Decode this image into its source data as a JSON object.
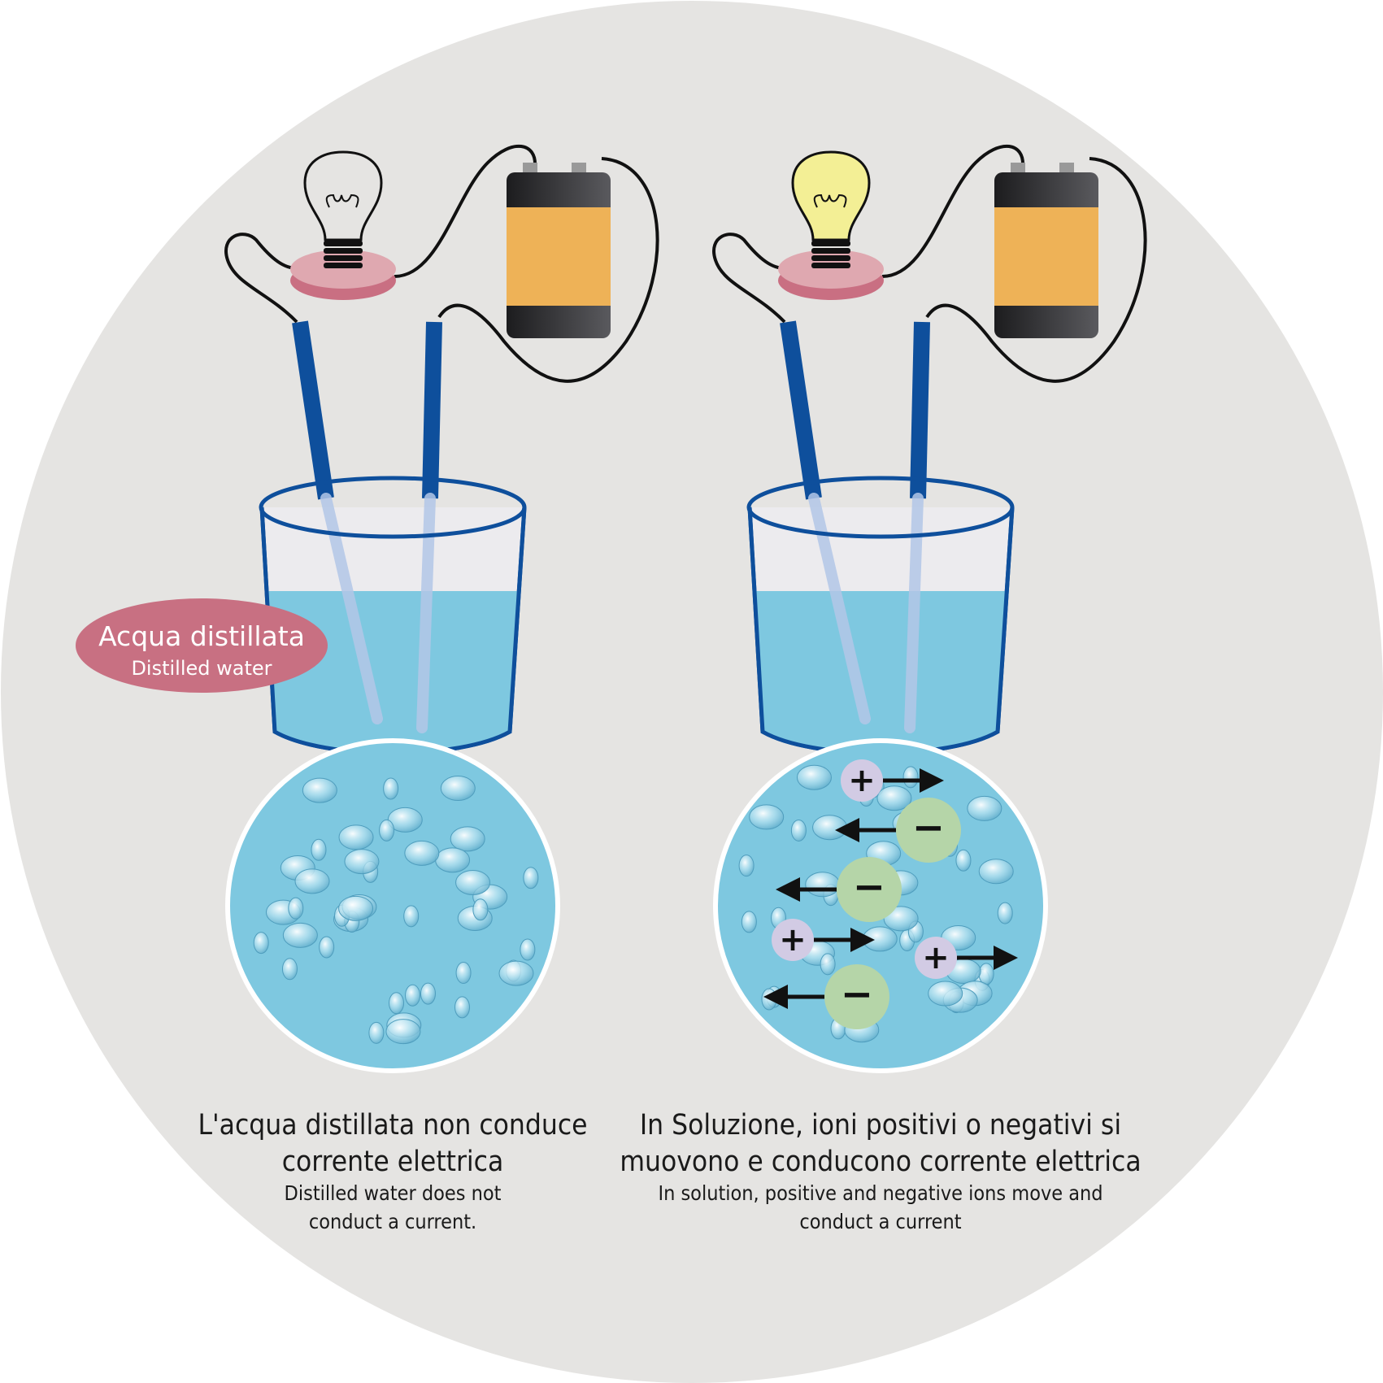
{
  "label_bubble": {
    "title": "Acqua distillata",
    "subtitle": "Distilled water"
  },
  "left_caption": {
    "line1": "L'acqua distillata non conduce",
    "line2": "corrente elettrica",
    "line3": "Distilled water does not",
    "line4": "conduct a current."
  },
  "right_caption": {
    "line1": "In Soluzione, ioni positivi o negativi si",
    "line2": "muovono e conducono corrente elettrica",
    "line3": "In solution, positive and negative ions move and",
    "line4": "conduct a current"
  },
  "ions": [
    {
      "sign": "+",
      "direction": "right"
    },
    {
      "sign": "−",
      "direction": "left"
    },
    {
      "sign": "−",
      "direction": "left"
    },
    {
      "sign": "+",
      "direction": "right"
    },
    {
      "sign": "+",
      "direction": "right"
    },
    {
      "sign": "−",
      "direction": "left"
    }
  ],
  "colors": {
    "background_disc": "#e5e4e2",
    "water": "#7ec8e0",
    "glass_outline": "#0e4f9c",
    "electrode": "#0e4f9c",
    "battery_band": "#eeb257",
    "bulb_on": "#f3ef95",
    "bulb_base_disk": "#dfa8b0",
    "label_bubble": "#c87082",
    "positive_ion": "#d2cbe4",
    "negative_ion": "#b5d5a8"
  }
}
